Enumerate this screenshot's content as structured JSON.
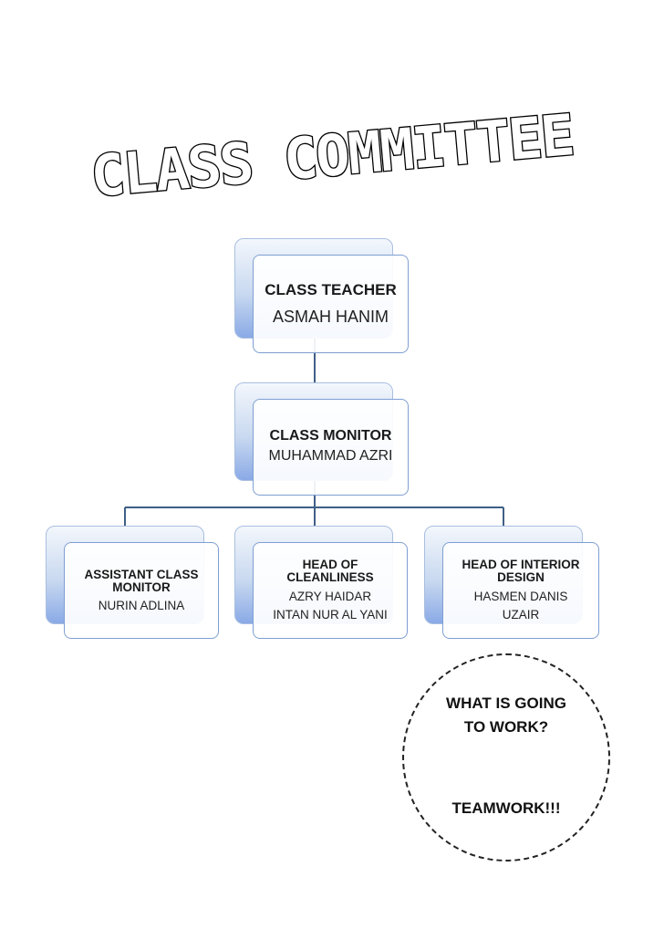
{
  "page": {
    "title": "CLASS COMMITTEE"
  },
  "org_chart": {
    "class_teacher": {
      "role": "CLASS TEACHER",
      "name": "ASMAH HANIM"
    },
    "class_monitor": {
      "role": "CLASS MONITOR",
      "name": "MUHAMMAD AZRI"
    },
    "assistant_monitor": {
      "role": "ASSISTANT CLASS MONITOR",
      "names": [
        "NURIN ADLINA"
      ]
    },
    "head_cleanliness": {
      "role": "HEAD OF CLEANLINESS",
      "names": [
        "AZRY HAIDAR",
        "INTAN NUR AL YANI"
      ]
    },
    "head_interior": {
      "role": "HEAD OF INTERIOR DESIGN",
      "names": [
        "HASMEN DANIS",
        "UZAIR"
      ]
    }
  },
  "motto": {
    "question": "WHAT IS GOING TO WORK?",
    "answer": "TEAMWORK!!!"
  },
  "colors": {
    "node_border": "#7e9fd2",
    "connector": "#3f5f86"
  }
}
